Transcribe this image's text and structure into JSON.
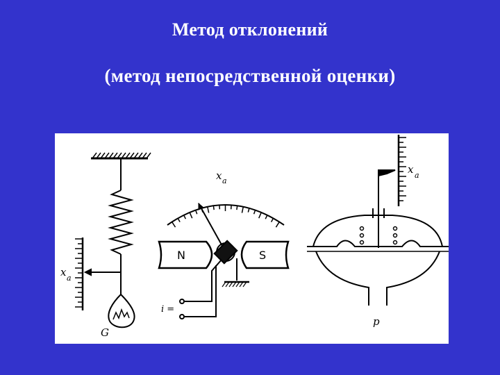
{
  "slide": {
    "title": "Метод отклонений",
    "subtitle": "(метод непосредственной оценки)"
  },
  "diagram": {
    "spring_scale": {
      "pointer_label": "x",
      "pointer_sub": "a",
      "weight_label": "G"
    },
    "galvanometer": {
      "pointer_label": "x",
      "pointer_sub": "a",
      "north_label": "N",
      "south_label": "S",
      "current_label": "i ="
    },
    "pressure_gauge": {
      "pointer_label": "x",
      "pointer_sub": "a",
      "pressure_label": "p"
    }
  },
  "colors": {
    "background": "#3333cc",
    "panel": "#ffffff",
    "ink": "#000000"
  }
}
